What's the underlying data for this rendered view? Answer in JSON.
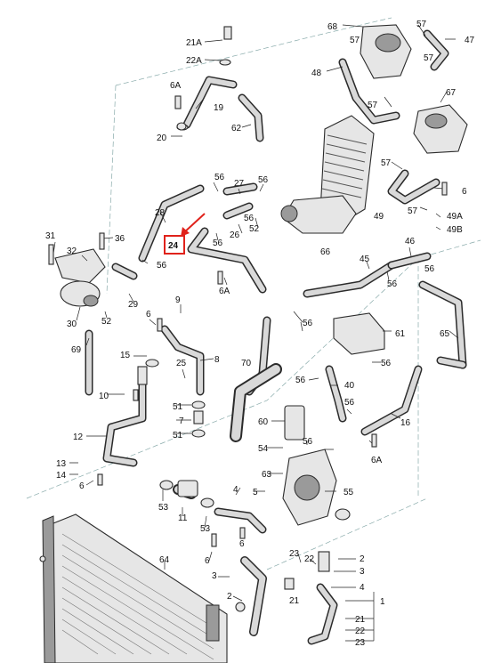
{
  "highlighted_callout": "24",
  "callouts": {
    "c68": "68",
    "c57a": "57",
    "c47": "47",
    "c57b": "57",
    "c48": "48",
    "c57c": "57",
    "c67": "67",
    "c21A": "21A",
    "c22A": "22A",
    "c6A_top": "6A",
    "c19": "19",
    "c20": "20",
    "c62": "62",
    "c57d": "57",
    "c57e": "57",
    "c6_r1": "6",
    "c49": "49",
    "c49A": "49A",
    "c49B": "49B",
    "c56a": "56",
    "c56b": "56",
    "c27": "27",
    "c28": "28",
    "c24": "24",
    "c56c": "56",
    "c56d": "56",
    "c26": "26",
    "c52a": "52",
    "c66": "66",
    "c31": "31",
    "c36": "36",
    "c32": "32",
    "c46": "46",
    "c45": "45",
    "c56e": "56",
    "c56f": "56",
    "c6A_mid": "6A",
    "c29": "29",
    "c52b": "52",
    "c30": "30",
    "c9": "9",
    "c6a": "6",
    "c56g": "56",
    "c61": "61",
    "c65": "65",
    "c69": "69",
    "c15": "15",
    "c25": "25",
    "c8": "8",
    "c56h": "56",
    "c70": "70",
    "c10": "10",
    "c40": "40",
    "c51a": "51",
    "c7": "7",
    "c56i": "56",
    "c60": "60",
    "c16": "16",
    "c12": "12",
    "c51b": "51",
    "c54": "54",
    "c56j": "56",
    "c6A_low": "6A",
    "c13": "13",
    "c14": "14",
    "c6b": "6",
    "c63": "63",
    "c4a": "4",
    "c5": "5",
    "c55": "55",
    "c53a": "53",
    "c11": "11",
    "c53b": "53",
    "c6c": "6",
    "c64": "64",
    "c6d": "6",
    "c23a": "23",
    "c22a": "22",
    "c2a": "2",
    "c3a": "3",
    "c3b": "3",
    "c4b": "4",
    "c2b": "2",
    "c21a": "21",
    "c1": "1",
    "c21b": "21",
    "c22b": "22",
    "c23b": "23"
  },
  "colors": {
    "highlight": "#e0221b",
    "ink": "#2b2b2b",
    "dashed_frame": "#8aa"
  },
  "icons": {
    "pointer": "red-arrow-icon"
  }
}
